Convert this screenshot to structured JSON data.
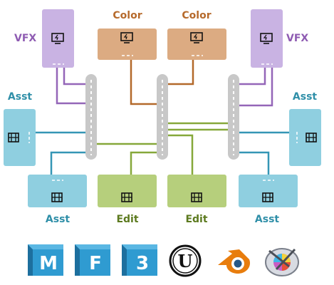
{
  "labels": {
    "vfx_left": "VFX",
    "vfx_right": "VFX",
    "color_left": "Color",
    "color_right": "Color",
    "asst_left": "Asst",
    "asst_right": "Asst",
    "asst_bottom_left": "Asst",
    "asst_bottom_right": "Asst",
    "edit_left": "Edit",
    "edit_right": "Edit"
  },
  "logos": {
    "m": "M",
    "f": "F",
    "three": "3",
    "unreal": "U"
  },
  "colors": {
    "vfx": "#c9b3e3",
    "vfx_link": "#9466b8",
    "color": "#dcab82",
    "color_link": "#b3692a",
    "asst": "#8fcfe0",
    "asst_link": "#3596b5",
    "edit": "#b6cf7c",
    "edit_link": "#86a83a",
    "switch": "#c8c8c8",
    "logo_blue": "#2f9bd1"
  },
  "icons": {
    "workstation": "monitor-icon",
    "storage": "film-icon",
    "switch": "network-switch-icon"
  }
}
